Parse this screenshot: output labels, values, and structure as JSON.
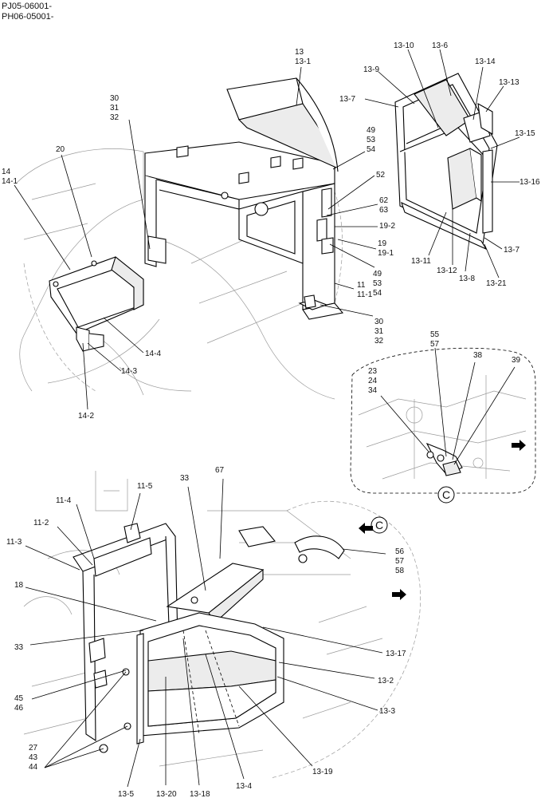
{
  "header": {
    "serial_1": "PJ05-06001-",
    "serial_2": "PH06-05001-"
  },
  "view_marker": "C",
  "arrow_icon": "black-arrow-icon",
  "callouts": [
    {
      "id": "c1",
      "lines": [
        "13",
        "13-1"
      ]
    },
    {
      "id": "c2",
      "lines": [
        "30",
        "31",
        "32"
      ]
    },
    {
      "id": "c3",
      "lines": [
        "20"
      ]
    },
    {
      "id": "c4",
      "lines": [
        "14",
        "14-1"
      ]
    },
    {
      "id": "c5",
      "lines": [
        "49",
        "53",
        "54"
      ]
    },
    {
      "id": "c6",
      "lines": [
        "52"
      ]
    },
    {
      "id": "c7",
      "lines": [
        "62",
        "63"
      ]
    },
    {
      "id": "c8",
      "lines": [
        "19-2"
      ]
    },
    {
      "id": "c9",
      "lines": [
        "19",
        "19-1"
      ]
    },
    {
      "id": "c10",
      "lines": [
        "49",
        "53",
        "54"
      ]
    },
    {
      "id": "c11",
      "lines": [
        "11",
        "11-1"
      ]
    },
    {
      "id": "c12",
      "lines": [
        "30",
        "31",
        "32"
      ]
    },
    {
      "id": "c13",
      "lines": [
        "14-4"
      ]
    },
    {
      "id": "c14",
      "lines": [
        "14-3"
      ]
    },
    {
      "id": "c15",
      "lines": [
        "14-2"
      ]
    },
    {
      "id": "c16",
      "lines": [
        "13-10"
      ]
    },
    {
      "id": "c17",
      "lines": [
        "13-6"
      ]
    },
    {
      "id": "c18",
      "lines": [
        "13-9"
      ]
    },
    {
      "id": "c19",
      "lines": [
        "13-14"
      ]
    },
    {
      "id": "c20",
      "lines": [
        "13-13"
      ]
    },
    {
      "id": "c21",
      "lines": [
        "13-7"
      ]
    },
    {
      "id": "c22",
      "lines": [
        "13-15"
      ]
    },
    {
      "id": "c23",
      "lines": [
        "13-16"
      ]
    },
    {
      "id": "c24",
      "lines": [
        "13-7"
      ]
    },
    {
      "id": "c25",
      "lines": [
        "13-11"
      ]
    },
    {
      "id": "c26",
      "lines": [
        "13-12"
      ]
    },
    {
      "id": "c27",
      "lines": [
        "13-8"
      ]
    },
    {
      "id": "c28",
      "lines": [
        "13-21"
      ]
    },
    {
      "id": "c29",
      "lines": [
        "55",
        "57"
      ]
    },
    {
      "id": "c30",
      "lines": [
        "38"
      ]
    },
    {
      "id": "c31",
      "lines": [
        "39"
      ]
    },
    {
      "id": "c32",
      "lines": [
        "23",
        "24",
        "34"
      ]
    },
    {
      "id": "c33",
      "lines": [
        "11-5"
      ]
    },
    {
      "id": "c34",
      "lines": [
        "11-4"
      ]
    },
    {
      "id": "c35",
      "lines": [
        "11-2"
      ]
    },
    {
      "id": "c36",
      "lines": [
        "11-3"
      ]
    },
    {
      "id": "c37",
      "lines": [
        "33"
      ]
    },
    {
      "id": "c38",
      "lines": [
        "67"
      ]
    },
    {
      "id": "c39",
      "lines": [
        "18"
      ]
    },
    {
      "id": "c40",
      "lines": [
        "56",
        "57",
        "58"
      ]
    },
    {
      "id": "c41",
      "lines": [
        "33"
      ]
    },
    {
      "id": "c42",
      "lines": [
        "13-17"
      ]
    },
    {
      "id": "c43",
      "lines": [
        "13-2"
      ]
    },
    {
      "id": "c44",
      "lines": [
        "45",
        "46"
      ]
    },
    {
      "id": "c45",
      "lines": [
        "13-3"
      ]
    },
    {
      "id": "c46",
      "lines": [
        "27",
        "43",
        "44"
      ]
    },
    {
      "id": "c47",
      "lines": [
        "13-19"
      ]
    },
    {
      "id": "c48",
      "lines": [
        "13-5"
      ]
    },
    {
      "id": "c49",
      "lines": [
        "13-20"
      ]
    },
    {
      "id": "c50",
      "lines": [
        "13-18"
      ]
    },
    {
      "id": "c51",
      "lines": [
        "13-4"
      ]
    }
  ]
}
